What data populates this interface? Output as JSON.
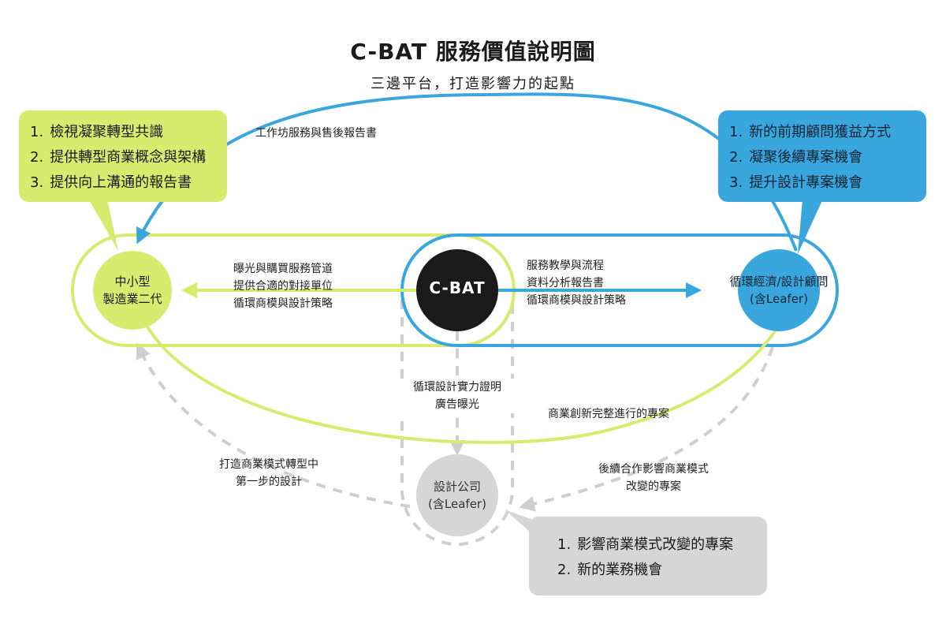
{
  "title": "C-BAT 服務價值說明圖",
  "subtitle": "三邊平台，打造影響力的起點",
  "colors": {
    "green": "#d7ec6f",
    "green_stroke": "#d7ec6f",
    "blue": "#3aa6de",
    "black": "#1a1a1a",
    "gray": "#d6d6d6",
    "gray_stroke": "#cfcfcf"
  },
  "nodes": {
    "sme": {
      "line1": "中小型",
      "line2": "製造業二代"
    },
    "cbat": {
      "label": "C-BAT"
    },
    "consultant": {
      "line1": "循環經濟/設計顧問",
      "line2": "(含Leafer)"
    },
    "design_company": {
      "line1": "設計公司",
      "line2": "(含Leafer)"
    }
  },
  "callouts": {
    "sme": [
      {
        "num": "1.",
        "text": "檢視凝聚轉型共識"
      },
      {
        "num": "2.",
        "text": "提供轉型商業概念與架構"
      },
      {
        "num": "3.",
        "text": "提供向上溝通的報告書"
      }
    ],
    "consultant": [
      {
        "num": "1.",
        "text": "新的前期顧問獲益方式"
      },
      {
        "num": "2.",
        "text": "凝聚後續專案機會"
      },
      {
        "num": "3.",
        "text": "提升設計專案機會"
      }
    ],
    "design_company": [
      {
        "num": "1.",
        "text": "影響商業模式改變的專案"
      },
      {
        "num": "2.",
        "text": "新的業務機會"
      }
    ]
  },
  "edges": {
    "workshop": "工作坊服務與售後報告書",
    "to_sme": [
      "曝光與購買服務管道",
      "提供合適的對接單位",
      "循環商模與設計策略"
    ],
    "to_consultant": [
      "服務教學與流程",
      "資料分析報告書",
      "循環商模與設計策略"
    ],
    "to_design": [
      "循環設計實力證明",
      "廣告曝光"
    ],
    "business_innovation": "商業創新完整進行的專案",
    "first_step": [
      "打造商業模式轉型中",
      "第一步的設計"
    ],
    "follow_up": [
      "後續合作影響商業模式",
      "改變的專案"
    ]
  }
}
